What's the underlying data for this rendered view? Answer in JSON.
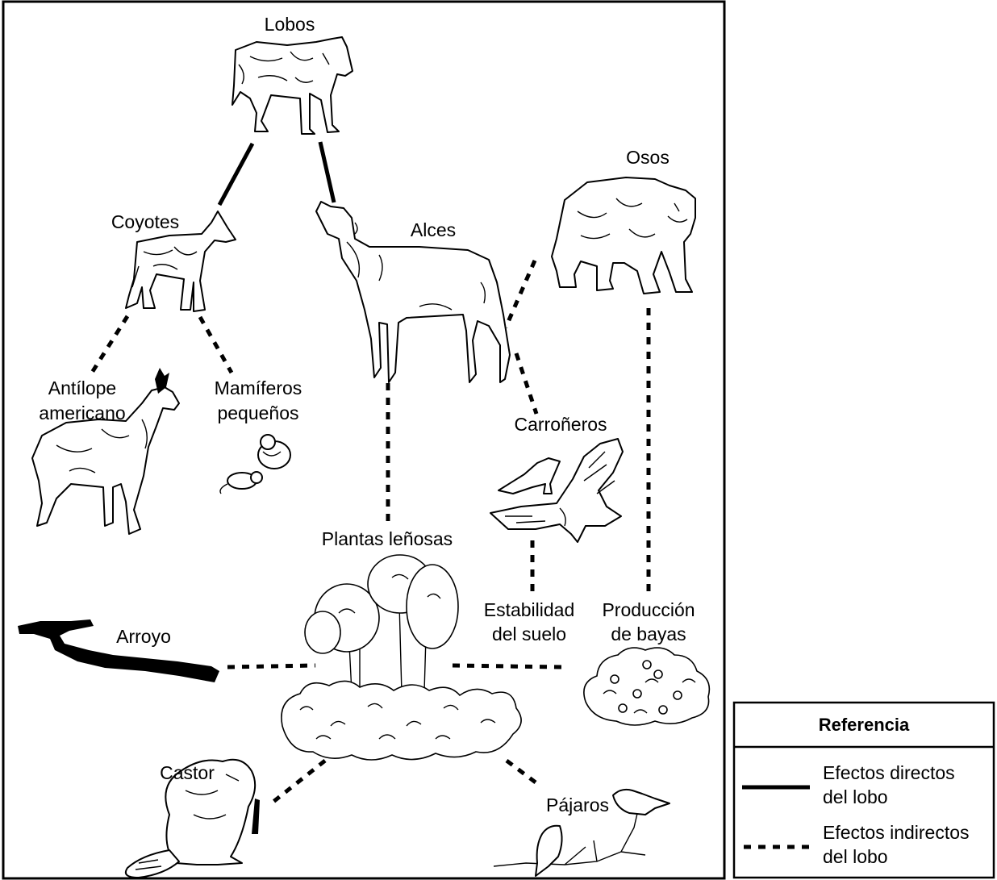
{
  "labels": {
    "wolves": "Lobos",
    "coyotes": "Coyotes",
    "elk": "Alces",
    "bears": "Osos",
    "pronghorn_line1": "Antílope",
    "pronghorn_line2": "americano",
    "small_mammals_line1": "Mamíferos",
    "small_mammals_line2": "pequeños",
    "scavengers": "Carroñeros",
    "woody_plants": "Plantas leñosas",
    "soil_stability_line1": "Estabilidad",
    "soil_stability_line2": "del suelo",
    "berry_production_line1": "Producción",
    "berry_production_line2": "de bayas",
    "stream": "Arroyo",
    "beaver": "Castor",
    "birds": "Pájaros"
  },
  "legend": {
    "title": "Referencia",
    "direct_line1": "Efectos directos",
    "direct_line2": "del lobo",
    "indirect_line1": "Efectos indirectos",
    "indirect_line2": "del lobo"
  },
  "icons": [
    "wolf-icon",
    "coyote-icon",
    "elk-icon",
    "bear-icon",
    "pronghorn-icon",
    "small-mammals-icon",
    "scavenger-birds-icon",
    "woody-plants-icon",
    "stream-icon",
    "berry-bush-icon",
    "beaver-icon",
    "songbirds-icon"
  ]
}
